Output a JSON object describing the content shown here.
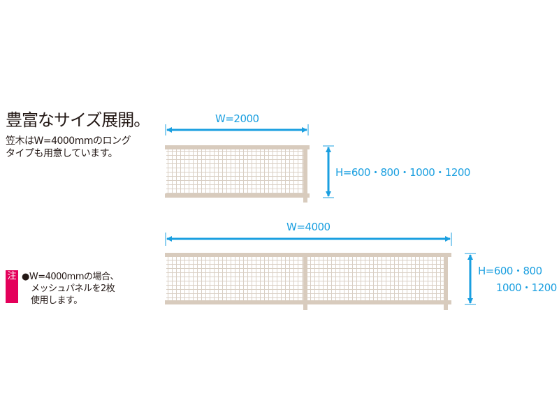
{
  "heading": "豊富なサイズ展開。",
  "subtext": [
    "笠木はW=4000mmのロング",
    "タイプも用意しています。"
  ],
  "note": {
    "badge": "注",
    "lines": [
      "●W=4000mmの場合、",
      "メッシュパネルを2枚",
      "使用します。"
    ]
  },
  "fence_short": {
    "width_label": "W=2000",
    "height_label": "H=600・800・1000・1200"
  },
  "fence_long": {
    "width_label": "W=4000",
    "height_label_lines": [
      "H=600・800",
      "1000・1200"
    ]
  },
  "colors": {
    "accent": "#1a9fe0",
    "frame": "#d8cbbd",
    "mesh": "#d9cfc4",
    "badge": "#e4005a"
  }
}
